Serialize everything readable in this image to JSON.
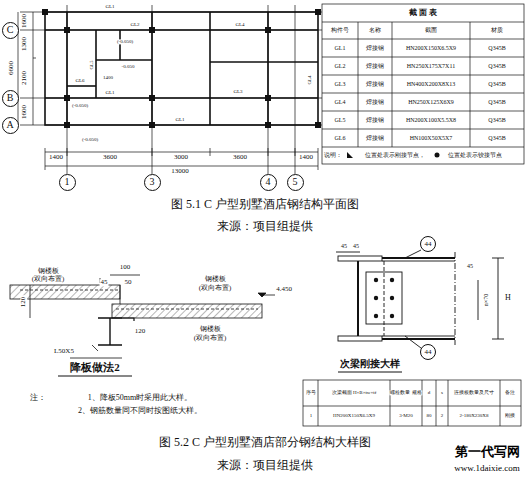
{
  "diagram": {
    "nodes": [
      {
        "text": [
          "C"
        ]
      },
      {
        "text": [
          "B"
        ]
      },
      {
        "text": [
          "A"
        ]
      },
      {
        "text": [
          "1"
        ]
      },
      {
        "text": [
          "3"
        ]
      },
      {
        "text": [
          "4"
        ]
      },
      {
        "text": [
          "5"
        ]
      },
      {
        "text": [
          "44"
        ]
      },
      {
        "text": [
          "44"
        ]
      }
    ],
    "labels": [
      "1600",
      "1300",
      "2100",
      "1600",
      "6600",
      "1400",
      "3600",
      "3000",
      "3600",
      "1400",
      "13000",
      "GL1",
      "GL2",
      "GL4",
      "GL3",
      "GL1",
      "GL5",
      "GL6",
      "GL1",
      "(-0.050)",
      "-0.050",
      "1400",
      "(-0.050)",
      "(-0.050)",
      "GL4",
      "截 面 表",
      "构件号",
      "名称",
      "截面",
      "材质",
      "GL1",
      "焊接钢",
      "HN200X150X6.5X9",
      "Q345B",
      "GL2",
      "焊接钢",
      "HN250X175X7X11",
      "Q345B",
      "GL3",
      "焊接钢",
      "HN400X200X8X13",
      "Q345B",
      "GL4",
      "焊接钢",
      "HN250X125X6X9",
      "Q345B",
      "GL5",
      "焊接钢",
      "HN200X100X5.5X8",
      "Q345B",
      "GL6",
      "焊接钢",
      "HN100X50X5X7",
      "Q345B",
      "说明：",
      "位置处表示刚接节点，",
      "位置处表示铰接节点",
      "图 5.1 C 户型别墅酒店钢结构平面图",
      "来源：项目组提供",
      "100",
      "45",
      "50",
      "4.450",
      "钢楼板",
      "(双向布置)",
      "120",
      "钢楼板",
      "(双向布置)",
      "L50X5",
      "120",
      "钢楼板",
      "(双向布置)",
      "降板做法2",
      "注：",
      "1、降板50mm时采用此大样。",
      "2、钢筋数量同不同时按图纸大样。",
      "45",
      "45",
      "n×70",
      "H",
      "45",
      "次梁刚接大样",
      "序号",
      "次梁截面 H×B×tw×tf",
      "螺栓数量 规格",
      "d",
      "s",
      "连接板数量及尺寸",
      "备注",
      "1",
      "HN200X150X6.5X9",
      "3-M20",
      "80",
      "2",
      "2-180X230X8",
      "刚接",
      "图 5.2 C 户型别墅酒店部分钢结构大样图",
      "来源：项目组提供",
      "第一代写网",
      "www.1daixie.com"
    ]
  }
}
